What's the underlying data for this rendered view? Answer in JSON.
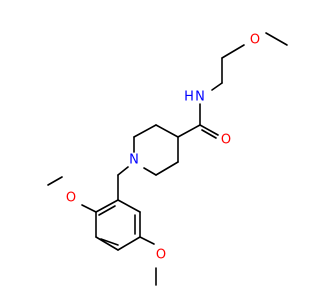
{
  "molecule": {
    "atoms": [
      {
        "id": "N_amide",
        "symbol": "N",
        "label": "H",
        "color": "#0000ff"
      },
      {
        "id": "O_carbonyl",
        "symbol": "O",
        "label": "O",
        "color": "#ff0000"
      },
      {
        "id": "O_methoxyethyl",
        "symbol": "O",
        "label": "O",
        "color": "#ff0000"
      },
      {
        "id": "N_piperidine",
        "symbol": "N",
        "label": "N",
        "color": "#0000ff"
      },
      {
        "id": "O_aryl_2",
        "symbol": "O",
        "label": "O",
        "color": "#ff0000"
      },
      {
        "id": "O_aryl_5",
        "symbol": "O",
        "label": "O",
        "color": "#ff0000"
      }
    ],
    "nh_letters": {
      "n": "N",
      "h": "H"
    },
    "bond_color": "#000000"
  }
}
